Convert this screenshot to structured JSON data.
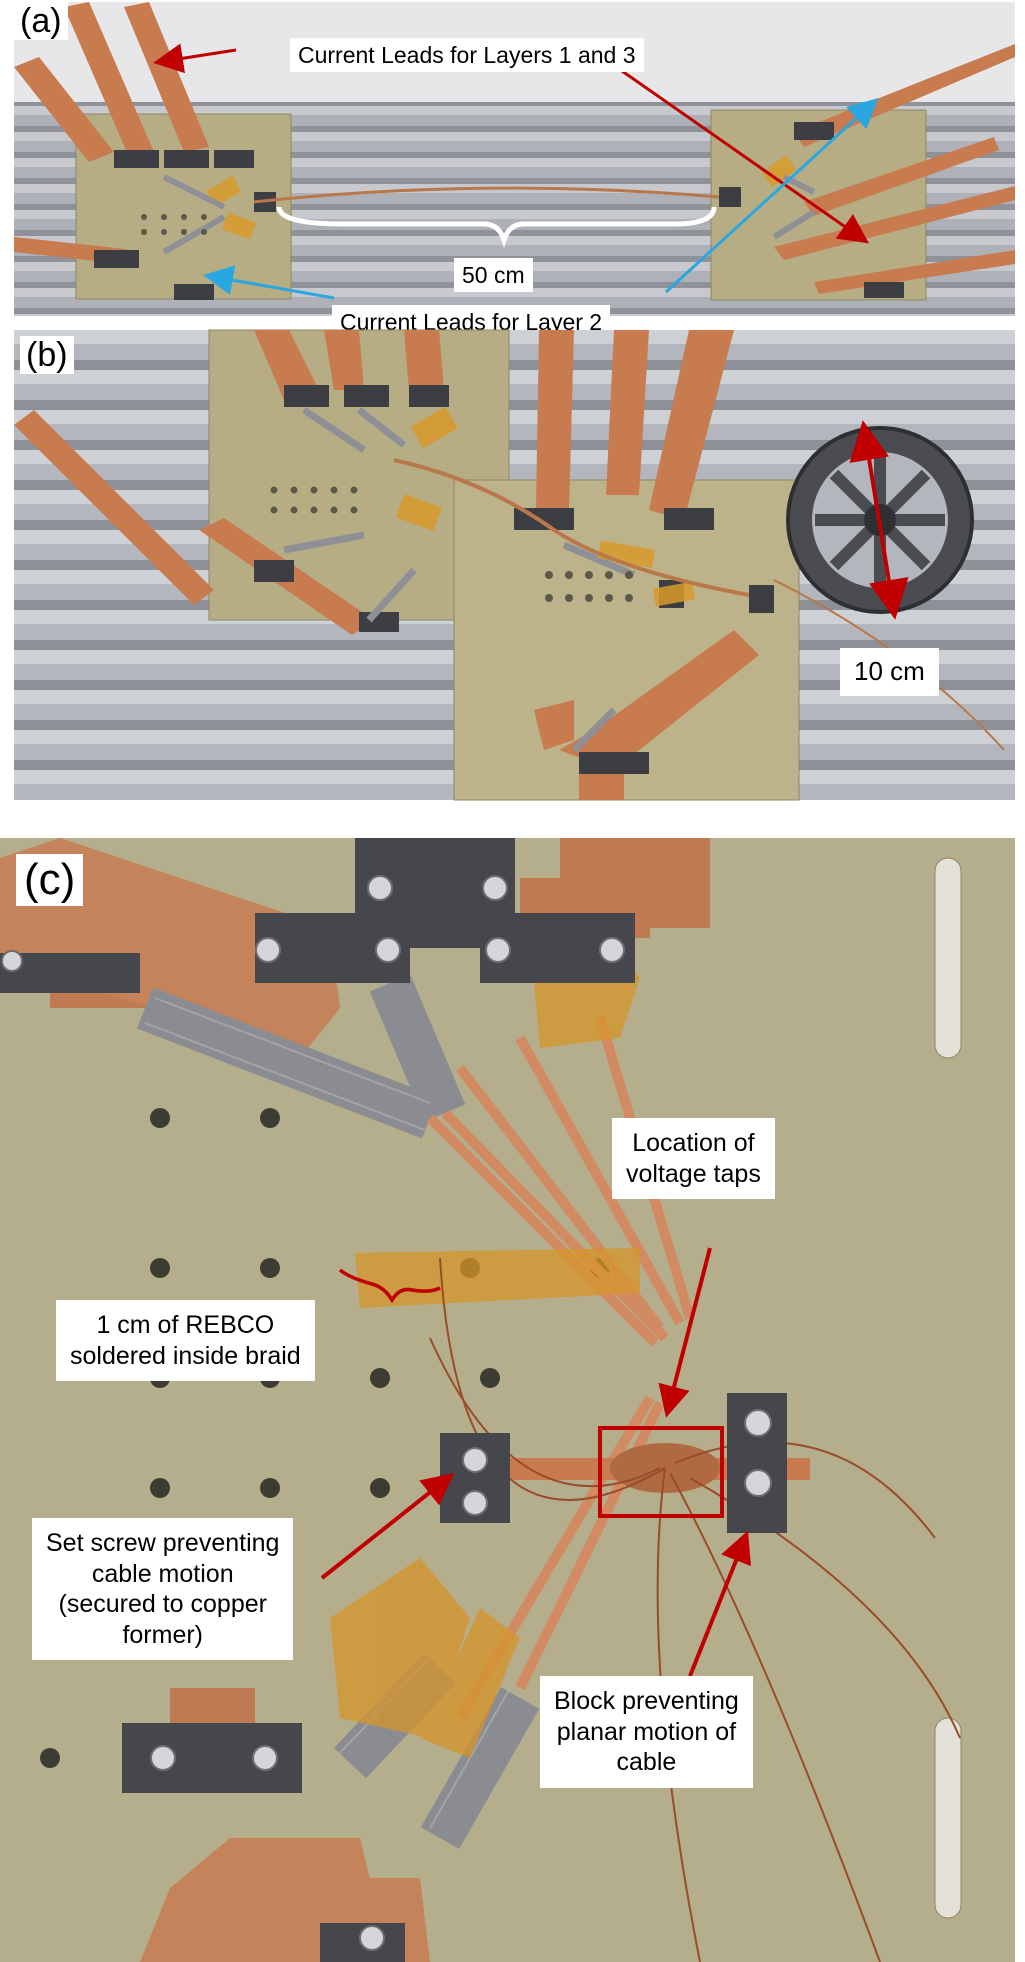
{
  "panels": {
    "a": {
      "label": "(a)",
      "annotations": {
        "leads_layers_1_3": "Current Leads for Layers 1 and 3",
        "distance": "50 cm",
        "leads_layer_2": "Current Leads for Layer 2"
      }
    },
    "b": {
      "label": "(b)",
      "annotations": {
        "diameter": "10 cm"
      }
    },
    "c": {
      "label": "(c)",
      "annotations": {
        "voltage_taps": [
          "Location of",
          "voltage taps"
        ],
        "rebco": [
          "1 cm of REBCO",
          "soldered inside braid"
        ],
        "set_screw": [
          "Set screw preventing",
          "cable motion",
          "(secured to copper",
          "former)"
        ],
        "block": [
          "Block preventing",
          "planar motion of",
          "cable"
        ]
      }
    }
  },
  "colors": {
    "arrow_red": "#c00000",
    "arrow_blue": "#2aa7e0",
    "copper": "#c87b4f",
    "g10_board": "#b6ad84",
    "kapton": "#d99a2b",
    "rail_metal": "#b9bcc2",
    "clamp_dark": "#3c3e44"
  }
}
